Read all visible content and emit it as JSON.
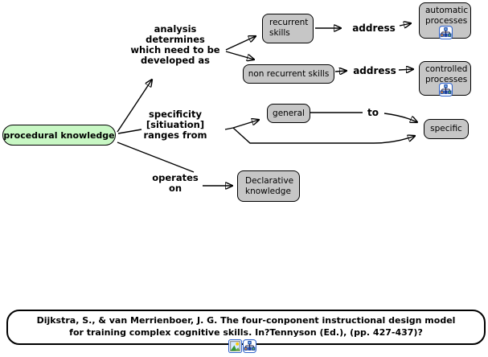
{
  "diagram": {
    "root_concept": {
      "label": "procedural knowledge",
      "fill": "#c8f7c4"
    },
    "concept_fill": "#c6c6c6",
    "concepts": {
      "recurrent_skills": "recurrent\nskills",
      "non_recurrent_skills": "non recurrent skills",
      "automatic_processes": "automatic\nprocesses",
      "controlled_processes": "controlled\nprocesses",
      "general": "general",
      "specific": "specific",
      "declarative_knowledge": "Declarative\nknowledge"
    },
    "linking_phrases": {
      "analysis": "analysis\ndetermines\nwhich need to be\ndeveloped as",
      "specificity": "specificity\n[sitiuation]\nranges from",
      "operates": "operates\non",
      "address_top": "address",
      "address_bottom": "address",
      "to": "to"
    },
    "icons": {
      "concept_map_resource": "concept-map-icon",
      "image_resource": "image-icon",
      "icon_border_color": "#3366cc"
    }
  },
  "citation": {
    "text": "Dijkstra, S., & van Merrienboer,  J. G. The four-conponent instructional design model\nfor training complex cognitive skills. In?Tennyson (Ed.), (pp. 427-437)?"
  }
}
